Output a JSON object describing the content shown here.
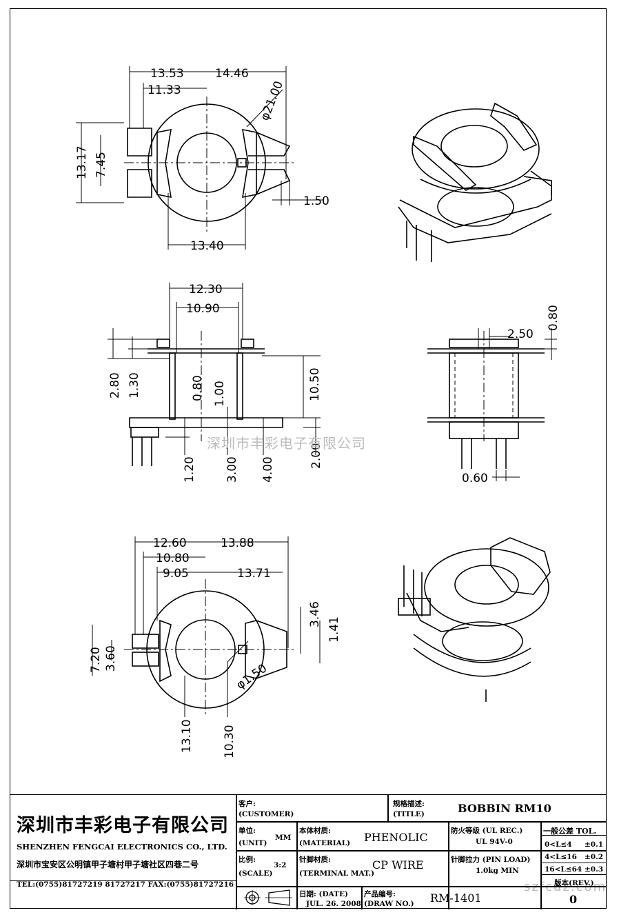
{
  "dimensions": {
    "top_view": [
      "13.53",
      "11.33",
      "14.46",
      "φ21.00",
      "13.17",
      "7.45",
      "1.50",
      "13.40"
    ],
    "front_view": [
      "12.30",
      "10.90",
      "2.80",
      "1.30",
      "0.80",
      "1.00",
      "10.50",
      "1.20",
      "3.00",
      "4.00",
      "2.00"
    ],
    "side_view": [
      "2.50",
      "0.80",
      "0.60"
    ],
    "bottom_view": [
      "12.60",
      "13.88",
      "10.80",
      "9.05",
      "13.71",
      "3.46",
      "1.41",
      "7.20",
      "3.60",
      "φ1.50",
      "13.10",
      "10.30"
    ]
  },
  "watermark": "深圳市丰彩电子有限公司",
  "watermark_url": "szfcdz.com",
  "title_block": {
    "company_cn": "深圳市丰彩电子有限公司",
    "company_en": "SHENZHEN FENGCAI ELECTRONICS CO., LTD.",
    "address": "深圳市宝安区公明镇甲子塘村甲子塘社区四巷二号",
    "contact": "TEL:(0755)81727219  81727217   FAX:(0755)81727216",
    "customer_label_cn": "客户:",
    "customer_label_en": "(CUSTOMER)",
    "customer_value": "",
    "title_label_cn": "规格描述:",
    "title_label_en": "(TITLE)",
    "title_value": "BOBBIN RM10",
    "unit_label_cn": "单位:",
    "unit_label_en": "(UNIT)",
    "unit_value": "MM",
    "material_label_cn": "本体材质:",
    "material_label_en": "(MATERIAL)",
    "material_value": "PHENOLIC",
    "fire_label": "防火等级 (UL REC.)",
    "fire_value": "UL 94V-0",
    "scale_label_cn": "比例:",
    "scale_label_en": "(SCALE)",
    "scale_value": "3:2",
    "terminal_label_cn": "针脚材质:",
    "terminal_label_en": "(TERMINAL MAT.)",
    "terminal_value": "CP WIRE",
    "pin_load_label": "针脚拉力 (PIN LOAD)",
    "pin_load_value": "1.0kg MIN",
    "date_label": "日期: (DATE)",
    "date_value": "JUL. 26. 2008",
    "draw_no_label_cn": "产品编号:",
    "draw_no_label_en": "(DRAW NO.)",
    "draw_no_value": "RM-1401",
    "tol_label": "一般公差 TOL.",
    "tol_rows": [
      {
        "range": "0<L≤4",
        "tol": "±0.1"
      },
      {
        "range": "4<L≤16",
        "tol": "±0.2"
      },
      {
        "range": "16<L≤64",
        "tol": "±0.3"
      }
    ],
    "rev_label": "版本(REV.)",
    "rev_value": "0"
  }
}
